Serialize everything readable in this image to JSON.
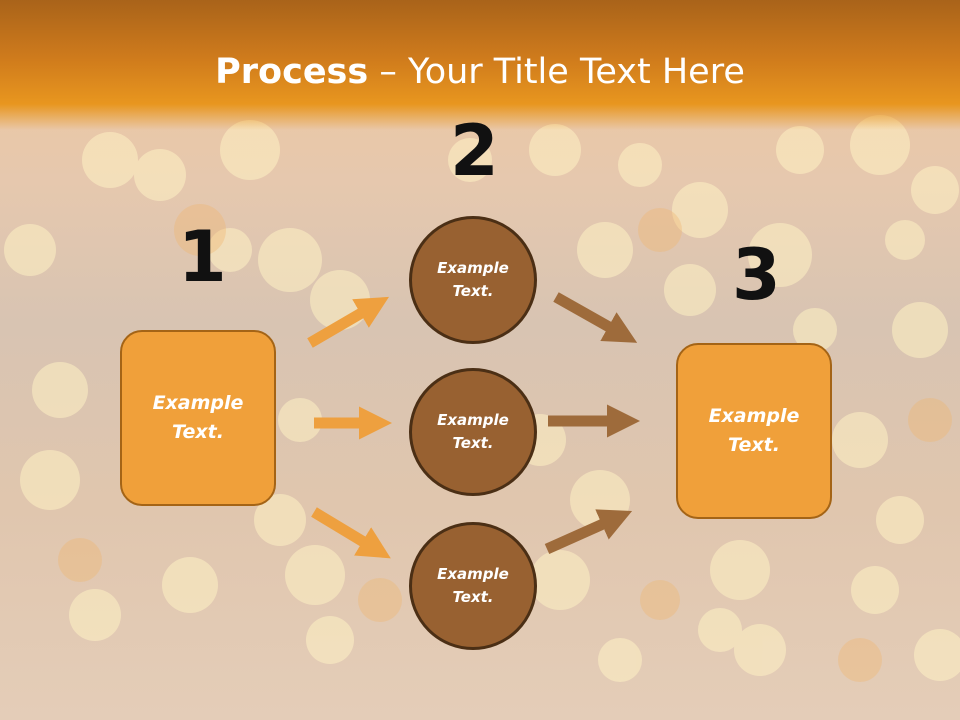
{
  "title": {
    "bold": "Process",
    "rest": " – Your Title Text Here"
  },
  "steps": [
    "1",
    "2",
    "3"
  ],
  "left_box": "Example Text.",
  "circles": [
    "Example Text.",
    "Example Text.",
    "Example Text."
  ],
  "right_box": "Example Text.",
  "colors": {
    "header": "#e8961f",
    "box_fill": "#f0a03a",
    "circle_fill": "#986131",
    "arrow_left": "#eea03f",
    "arrow_right": "#9e6b3b"
  }
}
